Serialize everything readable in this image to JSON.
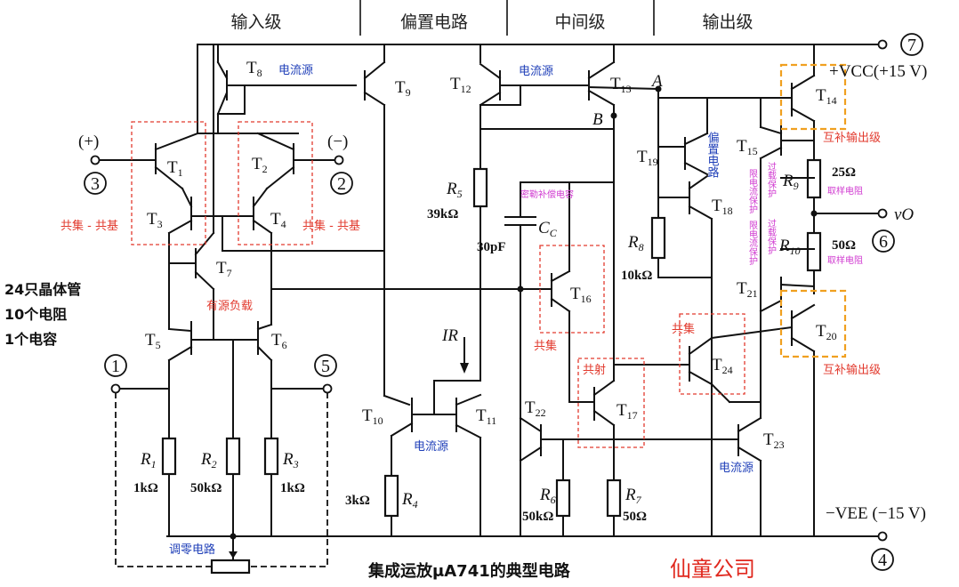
{
  "headers": [
    "输入级",
    "偏置电路",
    "中间级",
    "输出级"
  ],
  "transistors": [
    "T1",
    "T2",
    "T3",
    "T4",
    "T5",
    "T6",
    "T7",
    "T8",
    "T9",
    "T10",
    "T11",
    "T12",
    "T13",
    "T14",
    "T15",
    "T16",
    "T17",
    "T18",
    "T19",
    "T20",
    "T21",
    "T22",
    "T23",
    "T24"
  ],
  "resistors": [
    {
      "name": "R1",
      "value": "1kΩ"
    },
    {
      "name": "R2",
      "value": "50kΩ"
    },
    {
      "name": "R3",
      "value": "1kΩ"
    },
    {
      "name": "R4",
      "value": "3kΩ"
    },
    {
      "name": "R5",
      "value": "39kΩ"
    },
    {
      "name": "R6",
      "value": "50kΩ"
    },
    {
      "name": "R7",
      "value": "50Ω"
    },
    {
      "name": "R8",
      "value": "10kΩ"
    },
    {
      "name": "R9",
      "value": "25Ω"
    },
    {
      "name": "R10",
      "value": "50Ω"
    }
  ],
  "capacitor": {
    "name": "CC",
    "value": "30pF",
    "note": "密勒补偿电容"
  },
  "terminals": {
    "t1": "1",
    "t2": "2",
    "t3": "3",
    "t4": "4",
    "t5": "5",
    "t6": "6",
    "t7": "7",
    "plus": "(+)",
    "minus": "(−)",
    "vcc": "+VCC(+15 V)",
    "vee": "−VEE (−15 V)",
    "vo": "vO",
    "ir": "IR",
    "nodeA": "A",
    "nodeB": "B"
  },
  "annotations": {
    "current_source": "电流源",
    "cc_cb": "共集 - 共基",
    "active_load": "有源负载",
    "bias": "偏置电路",
    "cc": "共集",
    "ce": "共射",
    "comp_out": "互补输出级",
    "sense_res": "取样电阻",
    "overcurrent": "过载保护",
    "limit": "限电流保护",
    "null_adj": "调零电路"
  },
  "side_text": [
    "24只晶体管",
    "10个电阻",
    "1个电容"
  ],
  "caption": "集成运放μA741的典型电路",
  "brand": "仙童公司",
  "colors": {
    "wire": "#111111",
    "red_annotation": "#e23a2e",
    "blue_annotation": "#1f3fb8",
    "orange_box": "#f0a020",
    "magenta": "#d03ad0"
  }
}
